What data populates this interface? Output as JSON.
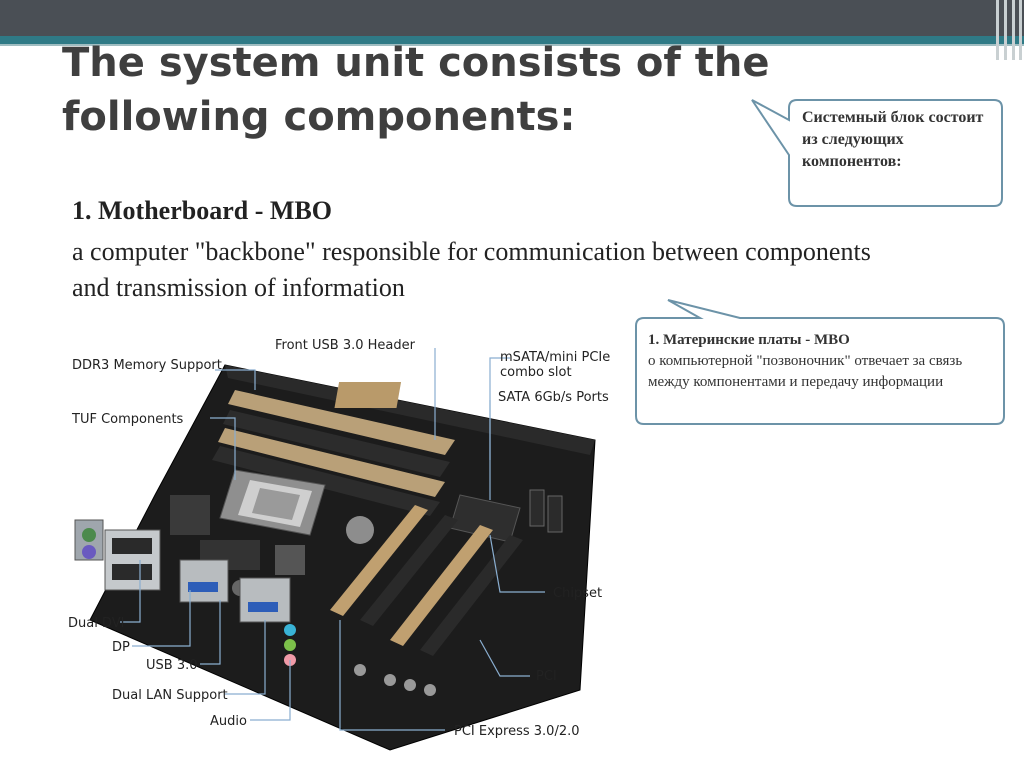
{
  "slide": {
    "title": "The system unit consists of the following components:",
    "heading": "1. Motherboard - MBO",
    "description": "a computer \"backbone\" responsible for communication between components and transmission of information"
  },
  "callouts": {
    "top_ru": "Системный блок состоит из следующих компонентов:",
    "bottom_ru_heading": "1. Материнские платы - MBO",
    "bottom_ru_body": "о компьютерной \"позвоночник\" отвечает за связь между компонентами и передачу информации"
  },
  "figure": {
    "labels": {
      "ddr3": "DDR3 Memory Support",
      "front_usb": "Front USB 3.0 Header",
      "msata_line1": "mSATA/mini PCIe",
      "msata_line2": "combo slot",
      "tuf": "TUF Components",
      "sata": "SATA 6Gb/s Ports",
      "chipset": "Chipset",
      "dual_dvi": "Dual DVI",
      "dp": "DP",
      "usb3": "USB 3.0",
      "dual_lan": "Dual LAN Support",
      "audio": "Audio",
      "pci": "PCI",
      "pcie": "PCI Express 3.0/2.0"
    }
  },
  "colors": {
    "topbar": "#4a4f55",
    "accent": "#2f7a86",
    "callout_border": "#6c93a8",
    "board": "#1c1c1c"
  }
}
